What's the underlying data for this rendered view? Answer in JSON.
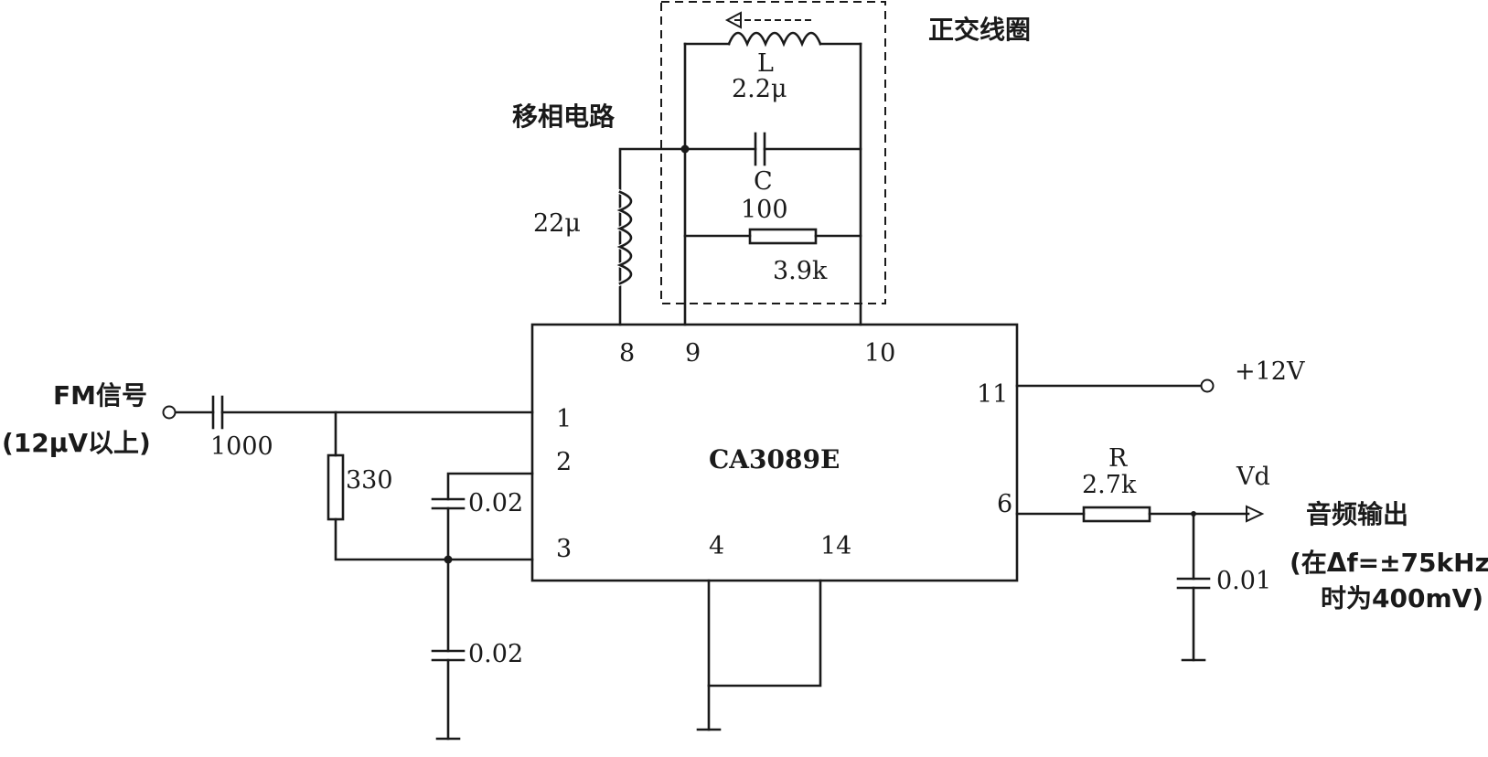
{
  "ic": {
    "name": "CA3089E",
    "pins": {
      "p1": "1",
      "p2": "2",
      "p3": "3",
      "p4": "4",
      "p6": "6",
      "p8": "8",
      "p9": "9",
      "p10": "10",
      "p11": "11",
      "p14": "14"
    }
  },
  "labels": {
    "quadrature_coil": "正交线圈",
    "phase_shift": "移相电路",
    "fm_input": "FM信号",
    "fm_input_level": "(12μV以上)",
    "supply": "+12V",
    "output_node": "Vd",
    "audio_out": "音频输出",
    "audio_out_note1": "(在Δf=±75kHz",
    "audio_out_note2": "时为400mV)"
  },
  "components": {
    "l_name": "L",
    "l_value": "2.2μ",
    "c_name": "C",
    "c_value": "100",
    "r_parallel": "3.9k",
    "l_phase": "22μ",
    "c_input": "1000",
    "r_input": "330",
    "c_pin2": "0.02",
    "c_pin3": "0.02",
    "r_out_name": "R",
    "r_out_value": "2.7k",
    "c_out": "0.01"
  }
}
